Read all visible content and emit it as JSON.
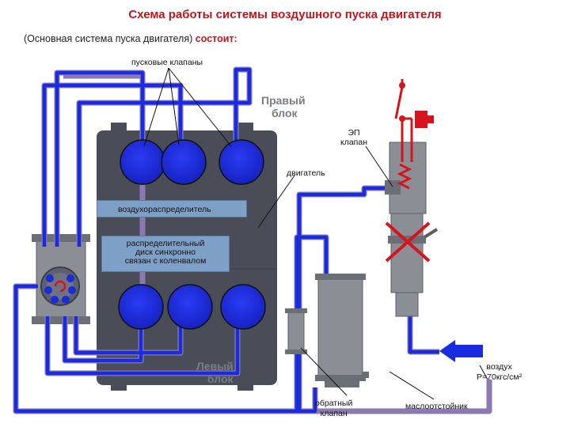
{
  "title": "Схема работы системы воздушного пуска двигателя",
  "subtitle_main": "(Основная система пуска двигателя)",
  "subtitle_accent": "состоит:",
  "labels": {
    "start_valves": "пусковые клапаны",
    "right_block": "Правый\nблок",
    "left_block": "Левый\nблок",
    "ep_valve": "ЭП\nклапан",
    "engine": "двигатель",
    "distributor": "воздухораспределитель",
    "disk": "распределительный\nдиск синхронно\nсвязан с коленвалом",
    "air": "воздух\nР=70кгс/см²",
    "check_valve": "обратный\nклапан",
    "oil_trap": "маслоотстойник"
  },
  "colors": {
    "title": "#c0151b",
    "pipe": "#1a2be0",
    "pipe_edge": "#8a7ab0",
    "cylinder": "#1a2bd8",
    "engine_body": "#4a4d57",
    "valve_red": "#d5151b",
    "device_gray": "#8c8e96"
  }
}
